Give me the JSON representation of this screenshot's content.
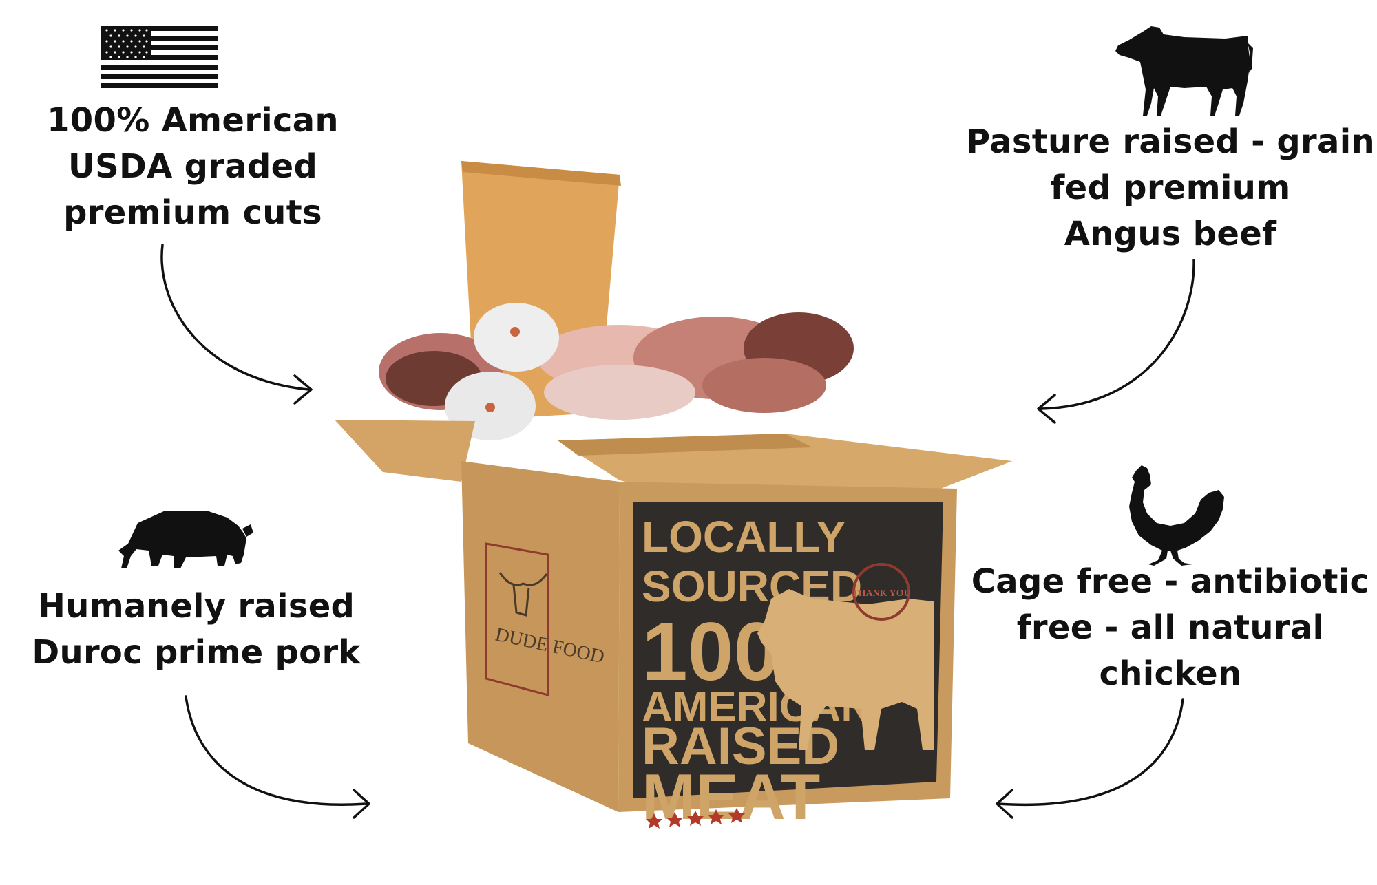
{
  "features": {
    "top_left": {
      "icon": "us-flag-icon",
      "lines": [
        "100% American",
        "USDA graded",
        "premium cuts"
      ]
    },
    "top_right": {
      "icon": "cow-icon",
      "lines": [
        "Pasture raised - grain",
        "fed premium",
        "Angus beef"
      ]
    },
    "bottom_left": {
      "icon": "pig-icon",
      "lines": [
        "Humanely raised",
        "Duroc prime pork"
      ]
    },
    "bottom_right": {
      "icon": "chicken-icon",
      "lines": [
        "Cage free - antibiotic",
        "free - all natural",
        "chicken"
      ]
    }
  },
  "box": {
    "headline": [
      "LOCALLY",
      "SOURCED",
      "100%",
      "AMERICAN",
      "RAISED",
      "MEAT"
    ],
    "brand": "DUDE FOOD",
    "seal_text": "THANK YOU"
  },
  "colors": {
    "ink": "#111111",
    "cardboard": "#c89a5e",
    "label_dark": "#2f2c29",
    "label_text": "#cfa468",
    "star_red": "#b23a2a"
  }
}
